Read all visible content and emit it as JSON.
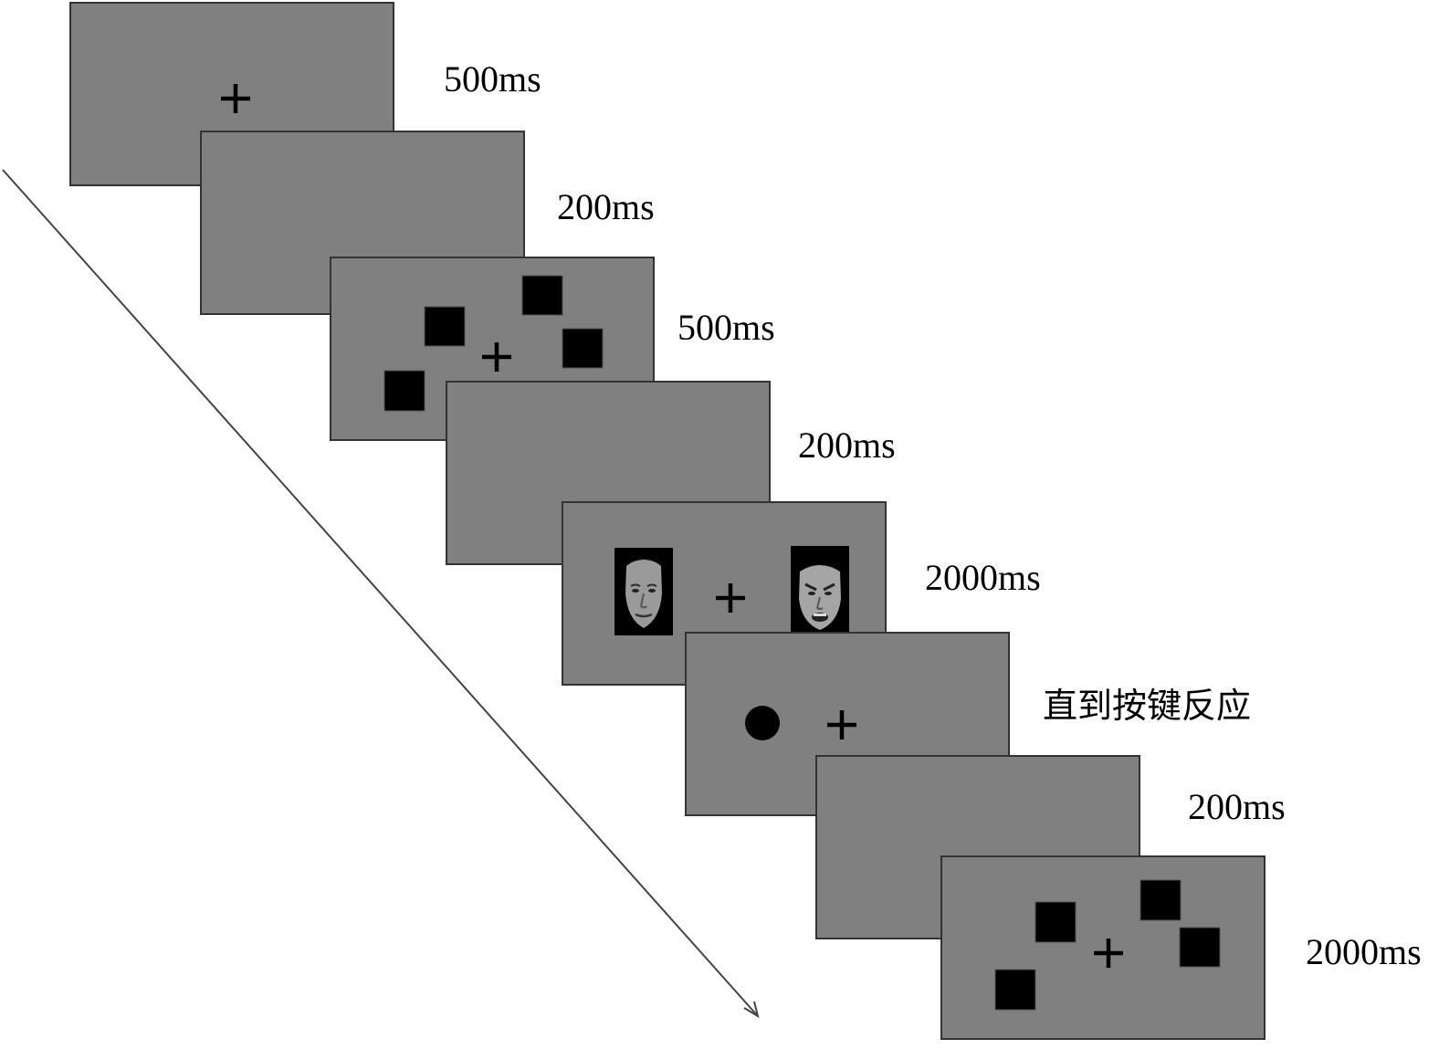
{
  "steps": [
    {
      "duration": "500ms",
      "content": "fixation"
    },
    {
      "duration": "200ms",
      "content": "blank"
    },
    {
      "duration": "500ms",
      "content": "memory-array"
    },
    {
      "duration": "200ms",
      "content": "blank"
    },
    {
      "duration": "2000ms",
      "content": "face-pair"
    },
    {
      "duration": "直到按键反应",
      "content": "dot-probe"
    },
    {
      "duration": "200ms",
      "content": "blank"
    },
    {
      "duration": "2000ms",
      "content": "test-array"
    }
  ],
  "colors": {
    "screen": "#808080",
    "blue": "#1a6ed8",
    "yellow": "#ffff00",
    "red": "#ff0000",
    "green": "#1aab4a",
    "purple": "#7030a0",
    "fixation": "#000000"
  },
  "icons": {
    "fixation": "plus-sign",
    "probe": "black-dot",
    "face": "face-photo"
  }
}
